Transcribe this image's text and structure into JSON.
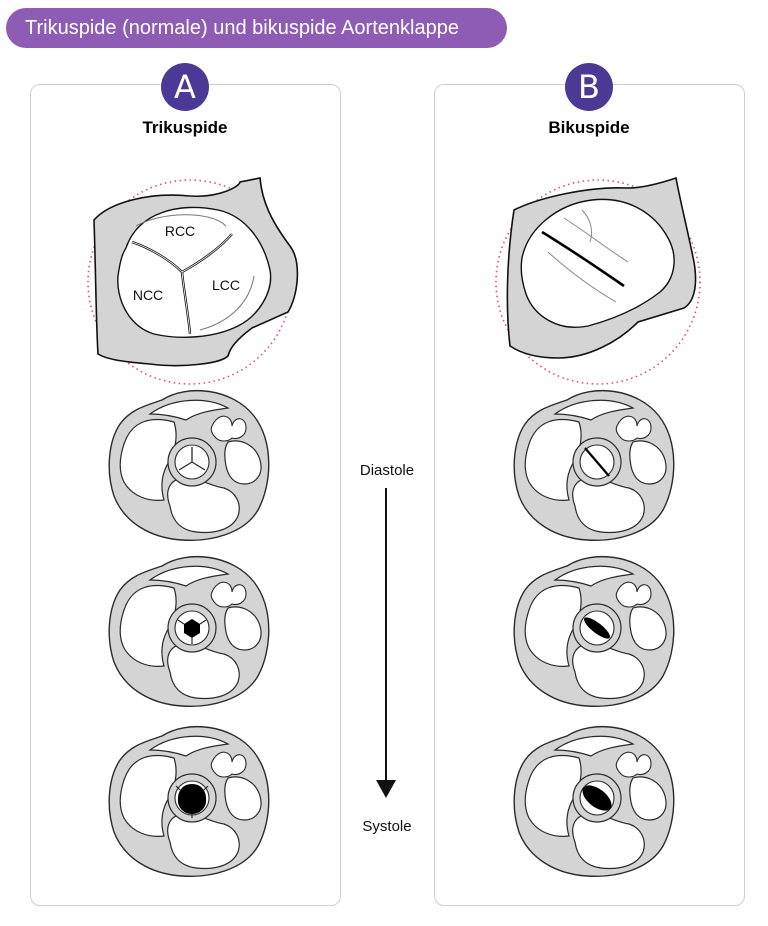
{
  "title": "Trikuspide (normale) und bikuspide Aortenklappe",
  "panels": [
    {
      "badge": "A",
      "heading": "Trikuspide",
      "cusps": [
        "RCC",
        "NCC",
        "LCC"
      ]
    },
    {
      "badge": "B",
      "heading": "Bikuspide"
    }
  ],
  "flow": {
    "start": "Diastole",
    "end": "Systole"
  },
  "colors": {
    "banner": "#8e5bb5",
    "badge": "#4a3a96",
    "tissue": "#d4d4d4",
    "dotted_circle": "#d94f7a"
  }
}
